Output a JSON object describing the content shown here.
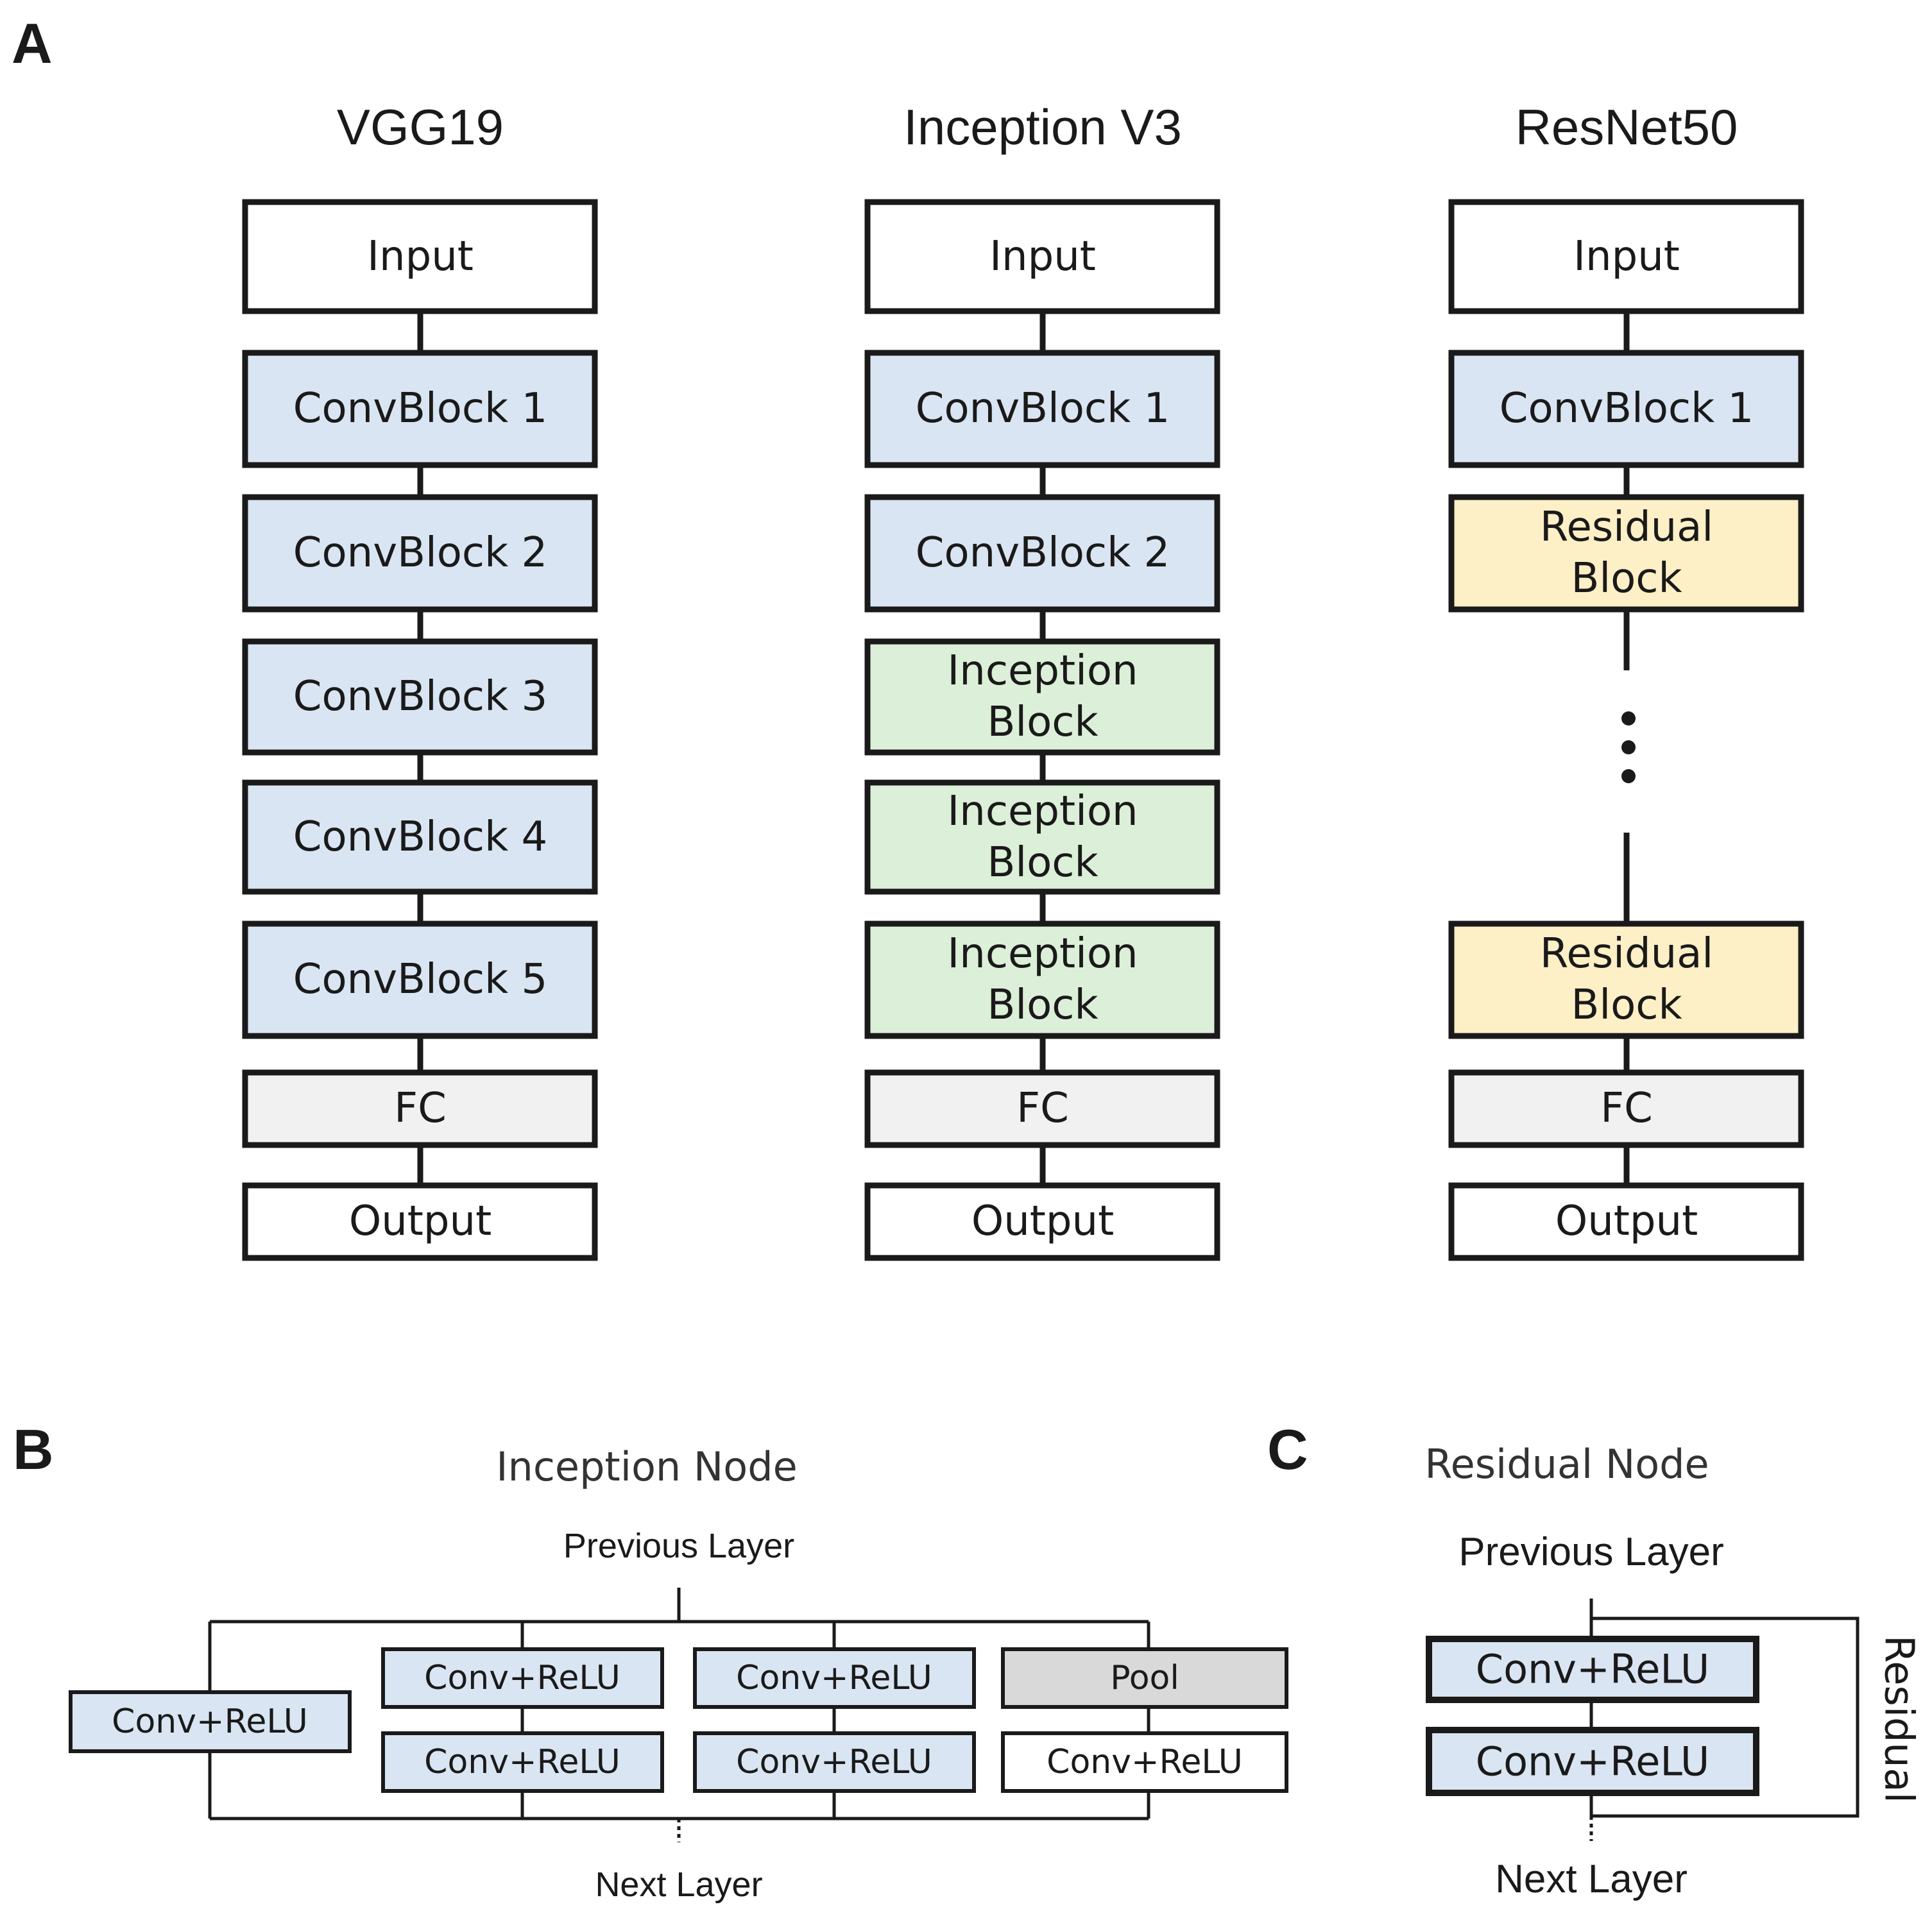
{
  "panels": {
    "a": "A",
    "b": "B",
    "c": "C"
  },
  "colors": {
    "conv": "#dae5f3",
    "inception": "#dcefd8",
    "residual": "#fdefc6",
    "fc": "#f1f1f1",
    "pool": "#d9d9d9",
    "io": "#ffffff",
    "stroke": "#1a1a1a"
  },
  "panel_a": {
    "vgg19": {
      "title": "VGG19",
      "blocks": [
        "Input",
        "ConvBlock 1",
        "ConvBlock 2",
        "ConvBlock 3",
        "ConvBlock 4",
        "ConvBlock 5",
        "FC",
        "Output"
      ]
    },
    "inception_v3": {
      "title": "Inception V3",
      "blocks": [
        "Input",
        "ConvBlock 1",
        "ConvBlock 2",
        "Inception\nBlock",
        "Inception\nBlock",
        "Inception\nBlock",
        "FC",
        "Output"
      ]
    },
    "resnet50": {
      "title": "ResNet50",
      "blocks": [
        "Input",
        "ConvBlock 1",
        "Residual\nBlock",
        "Residual\nBlock",
        "FC",
        "Output"
      ]
    }
  },
  "panel_b": {
    "title": "Inception Node",
    "previous_layer": "Previous Layer",
    "next_layer": "Next Layer",
    "branch1": "Conv+ReLU",
    "branch2": [
      "Conv+ReLU",
      "Conv+ReLU"
    ],
    "branch3": [
      "Conv+ReLU",
      "Conv+ReLU"
    ],
    "branch4": [
      "Pool",
      "Conv+ReLU"
    ]
  },
  "panel_c": {
    "title": "Residual Node",
    "previous_layer": "Previous Layer",
    "next_layer": "Next Layer",
    "blocks": [
      "Conv+ReLU",
      "Conv+ReLU"
    ],
    "residual_label": "Residual"
  }
}
